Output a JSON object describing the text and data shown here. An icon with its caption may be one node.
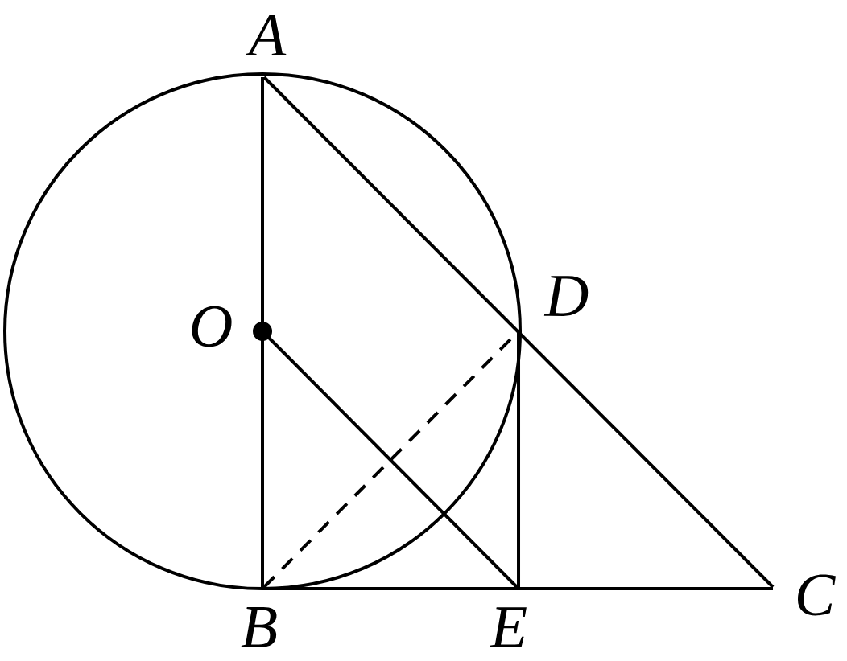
{
  "diagram": {
    "nodes": [
      {
        "text": [
          "A"
        ]
      },
      {
        "text": [
          "O"
        ]
      },
      {
        "text": [
          "D"
        ]
      },
      {
        "text": [
          "B"
        ]
      },
      {
        "text": [
          "E"
        ]
      },
      {
        "text": [
          "C"
        ]
      }
    ],
    "edges": [
      {
        "from": 0,
        "to": 3,
        "arrow": "none"
      },
      {
        "from": 0,
        "to": 5,
        "arrow": "none"
      },
      {
        "from": 3,
        "to": 5,
        "arrow": "none"
      },
      {
        "from": 1,
        "to": 4,
        "arrow": "none"
      },
      {
        "from": 2,
        "to": 4,
        "arrow": "none"
      },
      {
        "from": 3,
        "to": 2,
        "arrow": "none",
        "style": "dashed"
      }
    ]
  }
}
